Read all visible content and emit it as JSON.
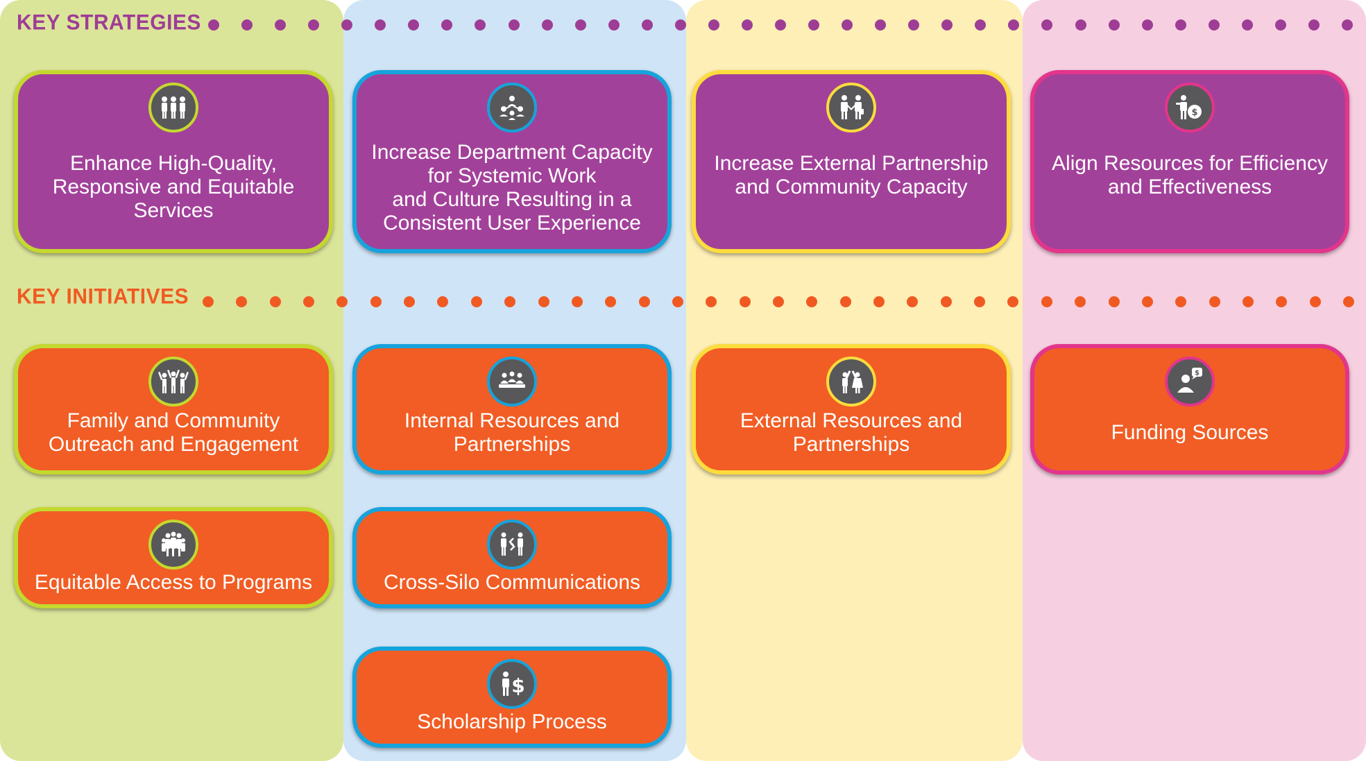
{
  "colors": {
    "green_bg": "#dbe59a",
    "blue_bg": "#cfe4f6",
    "yellow_bg": "#fdefb6",
    "pink_bg": "#f6d0e1",
    "strategy_heading": "#9e3d95",
    "initiative_heading": "#f05a22",
    "strategy_card": "#a2419a",
    "initiative_card": "#f15d24",
    "green_border": "#c4d82f",
    "blue_border": "#17a3dc",
    "yellow_border": "#fddc3e",
    "pink_border": "#e2358b",
    "icon_fill": "#58585a"
  },
  "headings": {
    "strategies": "KEY STRATEGIES",
    "initiatives": "KEY INITIATIVES"
  },
  "strategies": [
    {
      "label": "Enhance High-Quality,\nResponsive and Equitable\nServices",
      "icon": "people-group-icon"
    },
    {
      "label": "Increase Department Capacity\nfor Systemic Work\nand Culture Resulting in a\nConsistent User Experience",
      "icon": "network-people-icon"
    },
    {
      "label": "Increase External Partnership\nand Community Capacity",
      "icon": "handshake-icon"
    },
    {
      "label": "Align Resources for Efficiency\nand Effectiveness",
      "icon": "person-money-icon"
    }
  ],
  "initiatives": [
    {
      "label": "Family and Community\nOutreach and Engagement",
      "icon": "community-cheer-icon"
    },
    {
      "label": "Equitable Access to Programs",
      "icon": "crowd-icon"
    },
    {
      "label": "Internal Resources and\nPartnerships",
      "icon": "meeting-table-icon"
    },
    {
      "label": "Cross-Silo Communications",
      "icon": "exchange-people-icon"
    },
    {
      "label": "Scholarship Process",
      "icon": "person-dollar-icon"
    },
    {
      "label": "External Resources and\nPartnerships",
      "icon": "high-five-icon"
    },
    {
      "label": "Funding Sources",
      "icon": "person-speech-money-icon"
    }
  ]
}
